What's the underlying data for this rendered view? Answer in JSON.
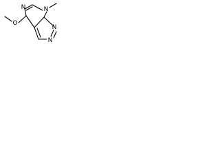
{
  "molecule": {
    "atoms": {
      "n_top": "N",
      "n_methyl_ring": "N",
      "methyl": "",
      "n_pyrazole_mid": "N",
      "n_pyrazole_bottom": "N",
      "oxygen": "O",
      "methoxy_methyl": ""
    }
  }
}
